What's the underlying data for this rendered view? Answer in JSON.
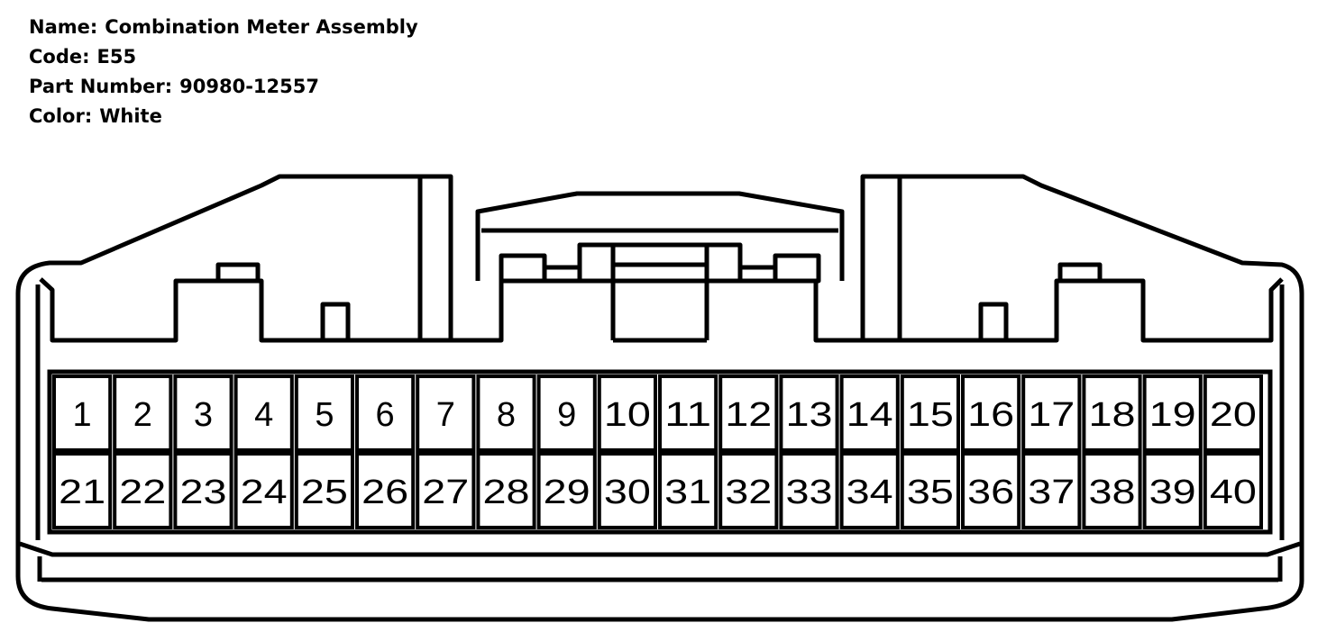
{
  "connector": {
    "name_label": "Name:",
    "name": "Combination Meter Assembly",
    "code_label": "Code:",
    "code": "E55",
    "part_number_label": "Part Number:",
    "part_number": "90980-12557",
    "color_label": "Color:",
    "color": "White"
  },
  "pins": {
    "row1": [
      "1",
      "2",
      "3",
      "4",
      "5",
      "6",
      "7",
      "8",
      "9",
      "10",
      "11",
      "12",
      "13",
      "14",
      "15",
      "16",
      "17",
      "18",
      "19",
      "20"
    ],
    "row2": [
      "21",
      "22",
      "23",
      "24",
      "25",
      "26",
      "27",
      "28",
      "29",
      "30",
      "31",
      "32",
      "33",
      "34",
      "35",
      "36",
      "37",
      "38",
      "39",
      "40"
    ]
  },
  "colors": {
    "line": "#000000",
    "background": "#ffffff"
  }
}
